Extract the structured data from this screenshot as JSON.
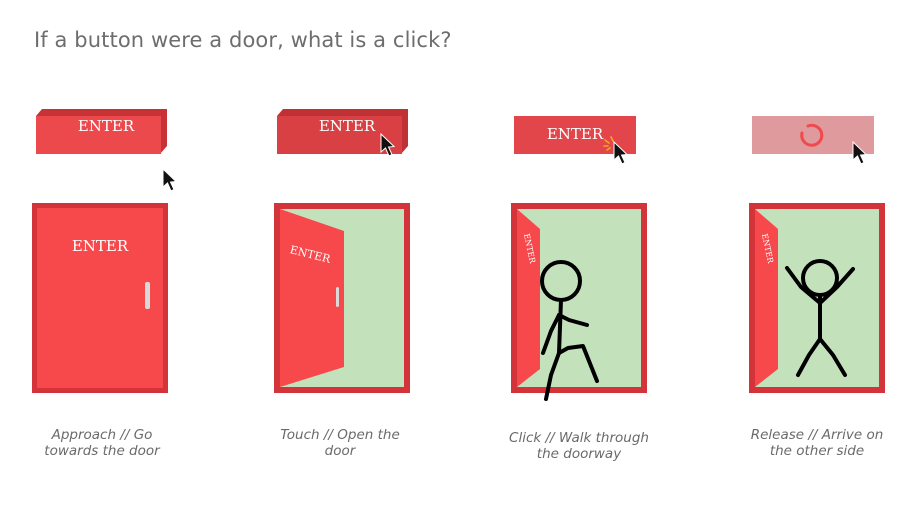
{
  "title": "If a button were a door, what is a click?",
  "button_label": "ENTER",
  "door_label": "ENTER",
  "steps": [
    {
      "caption": "Approach // Go towards the door",
      "icon": "cursor-icon"
    },
    {
      "caption": "Touch // Open the door",
      "icon": "cursor-icon"
    },
    {
      "caption": "Click // Walk through the doorway",
      "icon": "cursor-click-icon"
    },
    {
      "caption": "Release // Arrive on the other side",
      "icon": "loading-spinner-icon"
    }
  ],
  "colors": {
    "door_red": "#f44a4a",
    "door_frame": "#d8363c",
    "button_red": "#e9474b",
    "button_side": "#c53136",
    "button_faded": "#df9a9d",
    "interior_green": "#c3e2bb",
    "spark": "#f5a623"
  }
}
